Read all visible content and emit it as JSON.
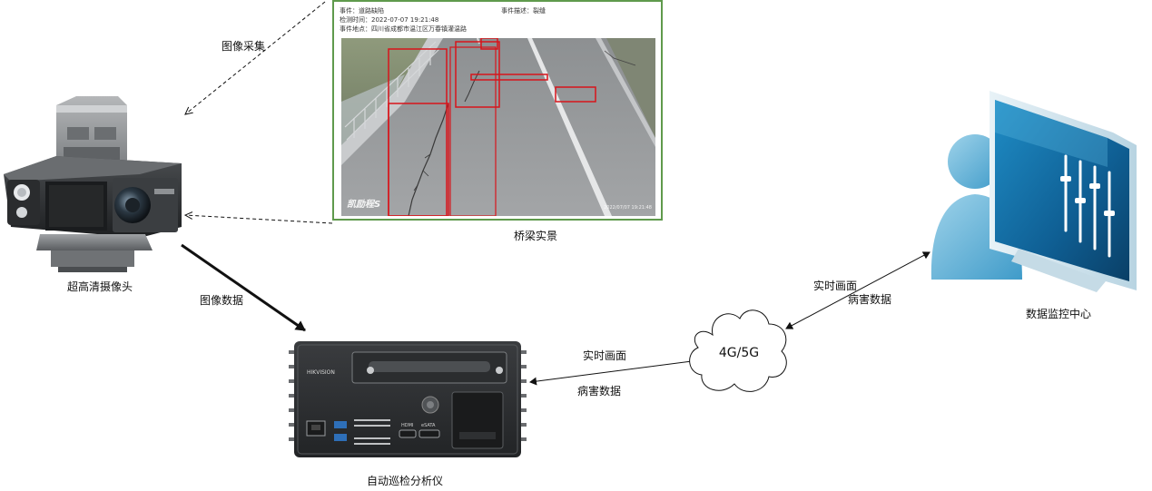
{
  "labels": {
    "image_capture": "图像采集",
    "camera": "超高清摄像头",
    "image_data": "图像数据",
    "bridge_scene": "桥梁实景",
    "analyzer": "自动巡检分析仪",
    "cloud": "4G/5G",
    "monitor_center": "数据监控中心",
    "realtime_left": "实时画面",
    "defect_left": "病害数据",
    "realtime_right": "实时画面",
    "defect_right": "病害数据"
  },
  "photo": {
    "event_line": "事件：道路缺陷",
    "desc_line": "事件描述：裂缝",
    "time_line": "检测时间：2022-07-07 19:21:48",
    "location_line": "事件地点：四川省成都市温江区万春镇灌温路",
    "watermark_logo": "凯励程S",
    "watermark_time": "2022/07/07 19:21:48"
  },
  "device": {
    "brand": "HIKVISION",
    "port_hdmi": "HDMI",
    "port_esata": "eSATA"
  },
  "colors": {
    "panel_border": "#5f9a4c",
    "detect_box": "#d8141b",
    "monitor_blue": "#2a8fc4"
  }
}
